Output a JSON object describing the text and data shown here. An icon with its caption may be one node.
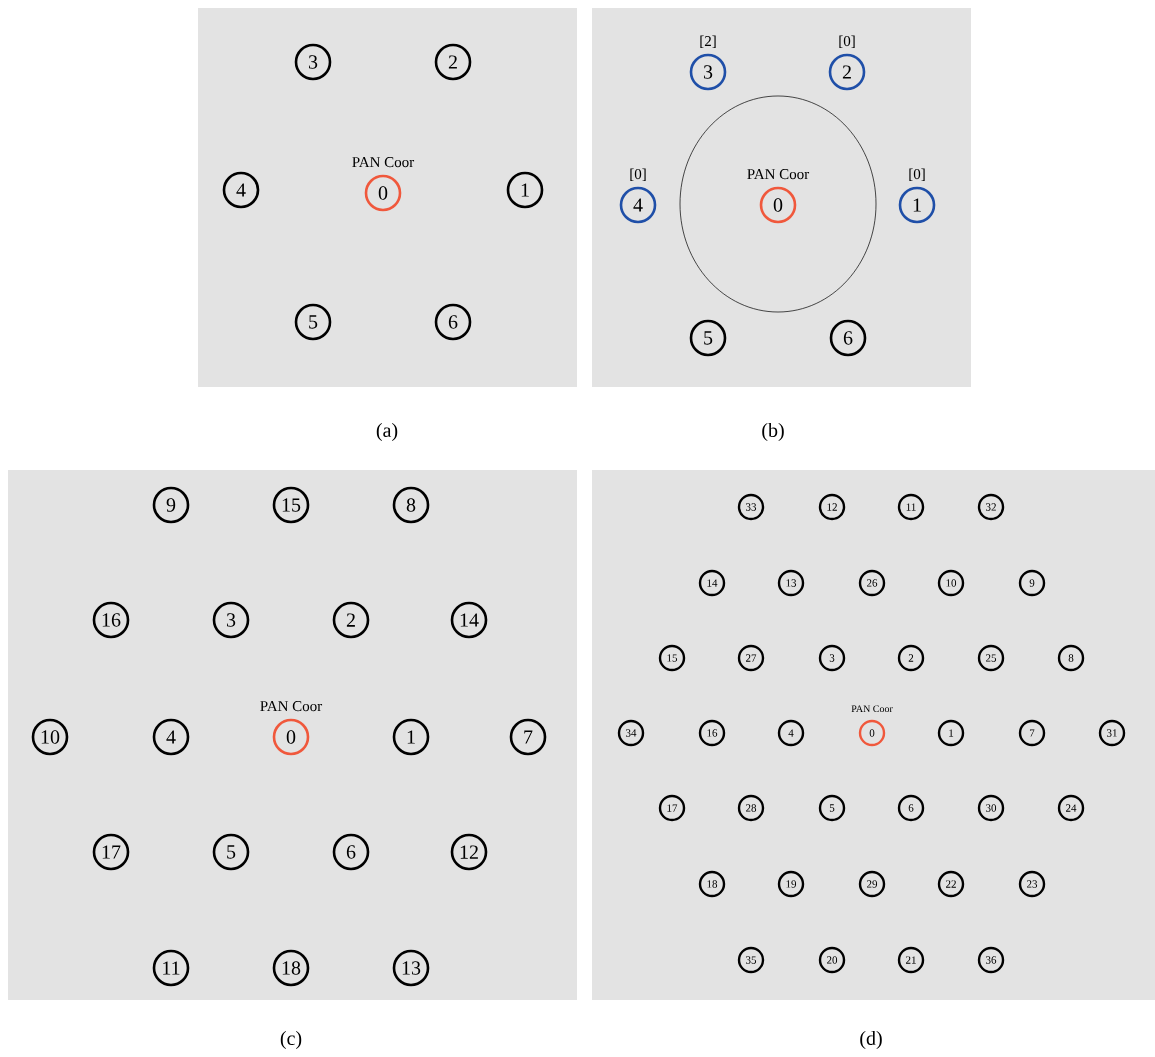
{
  "diagram": {
    "nodes": [
      {
        "text": [],
        "shape": "box",
        "beside": [
          "(a)"
        ]
      },
      {
        "text": [
          "3"
        ],
        "in": 0
      },
      {
        "text": [
          "2"
        ],
        "in": 0
      },
      {
        "text": [
          "4"
        ],
        "in": 0
      },
      {
        "text": [
          "0"
        ],
        "in": 0,
        "beside": [
          "PAN Coor"
        ]
      },
      {
        "text": [
          "1"
        ],
        "in": 0
      },
      {
        "text": [
          "5"
        ],
        "in": 0
      },
      {
        "text": [
          "6"
        ],
        "in": 0
      },
      {
        "text": [],
        "shape": "box",
        "beside": [
          "(b)"
        ]
      },
      {
        "text": [
          "3"
        ],
        "in": 8,
        "beside": [
          "[2]"
        ]
      },
      {
        "text": [
          "2"
        ],
        "in": 8,
        "beside": [
          "[0]"
        ]
      },
      {
        "text": [],
        "shape": "circle",
        "in": 8
      },
      {
        "text": [
          "4"
        ],
        "in": 8,
        "beside": [
          "[0]"
        ]
      },
      {
        "text": [
          "0"
        ],
        "in": 11,
        "beside": [
          "PAN Coor"
        ]
      },
      {
        "text": [
          "1"
        ],
        "in": 8,
        "beside": [
          "[0]"
        ]
      },
      {
        "text": [
          "5"
        ],
        "in": 8
      },
      {
        "text": [
          "6"
        ],
        "in": 8
      },
      {
        "text": [],
        "shape": "box",
        "beside": [
          "(c)"
        ]
      },
      {
        "text": [
          "9"
        ],
        "in": 17
      },
      {
        "text": [
          "15"
        ],
        "in": 17
      },
      {
        "text": [
          "8"
        ],
        "in": 17
      },
      {
        "text": [
          "16"
        ],
        "in": 17
      },
      {
        "text": [
          "3"
        ],
        "in": 17
      },
      {
        "text": [
          "2"
        ],
        "in": 17
      },
      {
        "text": [
          "14"
        ],
        "in": 17
      },
      {
        "text": [
          "10"
        ],
        "in": 17
      },
      {
        "text": [
          "4"
        ],
        "in": 17
      },
      {
        "text": [
          "0"
        ],
        "in": 17,
        "beside": [
          "PAN Coor"
        ]
      },
      {
        "text": [
          "1"
        ],
        "in": 17
      },
      {
        "text": [
          "7"
        ],
        "in": 17
      },
      {
        "text": [
          "17"
        ],
        "in": 17
      },
      {
        "text": [
          "5"
        ],
        "in": 17
      },
      {
        "text": [
          "6"
        ],
        "in": 17
      },
      {
        "text": [
          "12"
        ],
        "in": 17
      },
      {
        "text": [
          "11"
        ],
        "in": 17
      },
      {
        "text": [
          "18"
        ],
        "in": 17
      },
      {
        "text": [
          "13"
        ],
        "in": 17
      },
      {
        "text": [],
        "shape": "box",
        "beside": [
          "(d)"
        ]
      },
      {
        "text": [
          "33"
        ],
        "in": 37
      },
      {
        "text": [
          "12"
        ],
        "in": 37
      },
      {
        "text": [
          "11"
        ],
        "in": 37
      },
      {
        "text": [
          "32"
        ],
        "in": 37
      },
      {
        "text": [
          "14"
        ],
        "in": 37
      },
      {
        "text": [
          "13"
        ],
        "in": 37
      },
      {
        "text": [
          "26"
        ],
        "in": 37
      },
      {
        "text": [
          "10"
        ],
        "in": 37
      },
      {
        "text": [
          "9"
        ],
        "in": 37
      },
      {
        "text": [
          "15"
        ],
        "in": 37
      },
      {
        "text": [
          "27"
        ],
        "in": 37
      },
      {
        "text": [
          "3"
        ],
        "in": 37
      },
      {
        "text": [
          "2"
        ],
        "in": 37
      },
      {
        "text": [
          "25"
        ],
        "in": 37
      },
      {
        "text": [
          "8"
        ],
        "in": 37
      },
      {
        "text": [
          "34"
        ],
        "in": 37
      },
      {
        "text": [
          "16"
        ],
        "in": 37
      },
      {
        "text": [
          "4"
        ],
        "in": 37
      },
      {
        "text": [
          "0"
        ],
        "in": 37,
        "beside": [
          "PAN Coor"
        ]
      },
      {
        "text": [
          "1"
        ],
        "in": 37
      },
      {
        "text": [
          "7"
        ],
        "in": 37
      },
      {
        "text": [
          "31"
        ],
        "in": 37
      },
      {
        "text": [
          "17"
        ],
        "in": 37
      },
      {
        "text": [
          "28"
        ],
        "in": 37
      },
      {
        "text": [
          "5"
        ],
        "in": 37
      },
      {
        "text": [
          "6"
        ],
        "in": 37
      },
      {
        "text": [
          "30"
        ],
        "in": 37
      },
      {
        "text": [
          "24"
        ],
        "in": 37
      },
      {
        "text": [
          "18"
        ],
        "in": 37
      },
      {
        "text": [
          "19"
        ],
        "in": 37
      },
      {
        "text": [
          "29"
        ],
        "in": 37
      },
      {
        "text": [
          "22"
        ],
        "in": 37
      },
      {
        "text": [
          "23"
        ],
        "in": 37
      },
      {
        "text": [
          "35"
        ],
        "in": 37
      },
      {
        "text": [
          "20"
        ],
        "in": 37
      },
      {
        "text": [
          "21"
        ],
        "in": 37
      },
      {
        "text": [
          "36"
        ],
        "in": 37
      }
    ]
  }
}
